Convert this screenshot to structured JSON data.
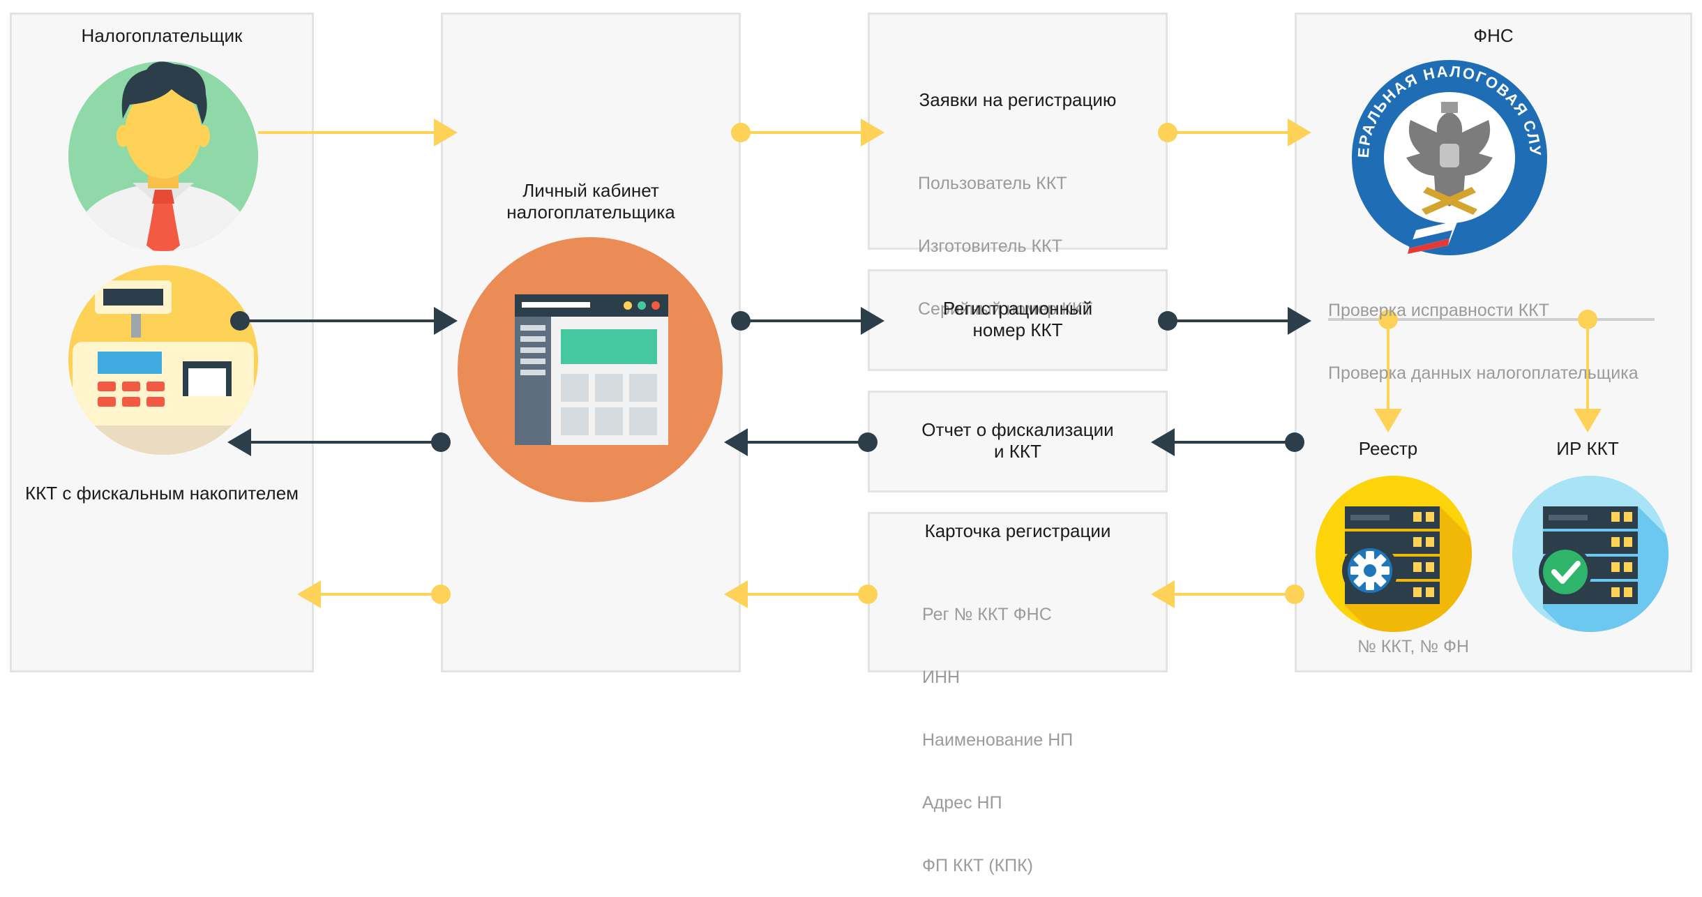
{
  "colors": {
    "arrow_yellow": "#fdd557",
    "arrow_dark": "#2d3e4b",
    "panel_bg": "#f7f7f7",
    "panel_border": "#e3e3e3",
    "text_grey": "#9b9b9b"
  },
  "taxpayer": {
    "label": "Налогоплательщик",
    "icon": "person-avatar-icon"
  },
  "kkt": {
    "label": "ККТ с фискальным накопителем",
    "icon": "cash-register-icon"
  },
  "cabinet": {
    "title_line1": "Личный кабинет",
    "title_line2": "налогоплательщика",
    "icon": "browser-window-icon"
  },
  "applications": {
    "title": "Заявки на регистрацию",
    "items": [
      "Пользователь ККТ",
      "Изготовитель ККТ",
      "Серийный номер ККТ"
    ]
  },
  "reg_number": {
    "line1": "Регистрационный",
    "line2": "номер ККТ"
  },
  "report": {
    "line1": "Отчет о фискализации",
    "line2": "и ККТ"
  },
  "card": {
    "title": "Карточка регистрации",
    "items": [
      "Рег № ККТ ФНС",
      "ИНН",
      "Наименование НП",
      "Адрес НП",
      "ФП ККТ (КПК)"
    ]
  },
  "fns": {
    "title": "ФНС",
    "emblem_text": "ФЕДЕРАЛЬНАЯ НАЛОГОВАЯ СЛУЖБА",
    "checks": [
      "Проверка исправности ККТ",
      "Проверка данных налогоплательщика"
    ],
    "registry_label": "Реестр",
    "ir_label": "ИР ККТ",
    "footer": "№ ККТ, № ФН"
  }
}
